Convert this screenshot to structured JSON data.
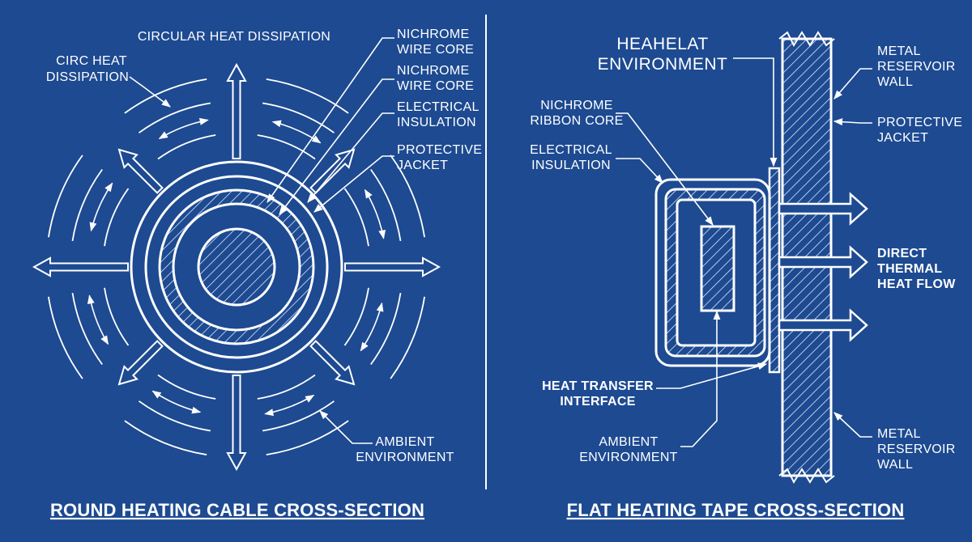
{
  "colors": {
    "background": "#1d4a91",
    "line": "#ffffff",
    "hatch": "#dce6f7"
  },
  "round": {
    "title": "ROUND HEATING CABLE CROSS-SECTION",
    "labels": {
      "circular_heat_dissipation": "CIRCULAR HEAT DISSIPATION",
      "circ_heat": [
        "CIRC HEAT",
        "DISSIPATION"
      ],
      "nichrome_wire_core_1": [
        "NICHROME",
        "WIRE CORE"
      ],
      "nichrome_wire_core_2": [
        "NICHROME",
        "WIRE CORE"
      ],
      "electrical_insulation": [
        "ELECTRICAL",
        "INSULATION"
      ],
      "protective_jacket": [
        "PROTECTIVE",
        "JACKET"
      ],
      "ambient_environment": [
        "AMBIENT",
        "ENVIRONMENT"
      ]
    }
  },
  "flat": {
    "title": "FLAT HEATING TAPE CROSS-SECTION",
    "labels": {
      "heat_environment": [
        "HEAHELAT",
        "ENVIRONMENT"
      ],
      "nichrome_ribbon_core": [
        "NICHROME",
        "RIBBON CORE"
      ],
      "electrical_insulation": [
        "ELECTRICAL",
        "INSULATION"
      ],
      "metal_reservoir_wall_top": [
        "METAL",
        "RESERVOIR",
        "WALL"
      ],
      "protective_jacket": [
        "PROTECTIVE",
        "JACKET"
      ],
      "direct_thermal_heat_flow": [
        "DIRECT",
        "THERMAL",
        "HEAT FLOW"
      ],
      "heat_transfer_interface": [
        "HEAT TRANSFER",
        "INTERFACE"
      ],
      "ambient_environment": [
        "AMBIENT",
        "ENVIRONMENT"
      ],
      "metal_reservoir_wall_bottom": [
        "METAL",
        "RESERVOIR",
        "WALL"
      ]
    }
  }
}
